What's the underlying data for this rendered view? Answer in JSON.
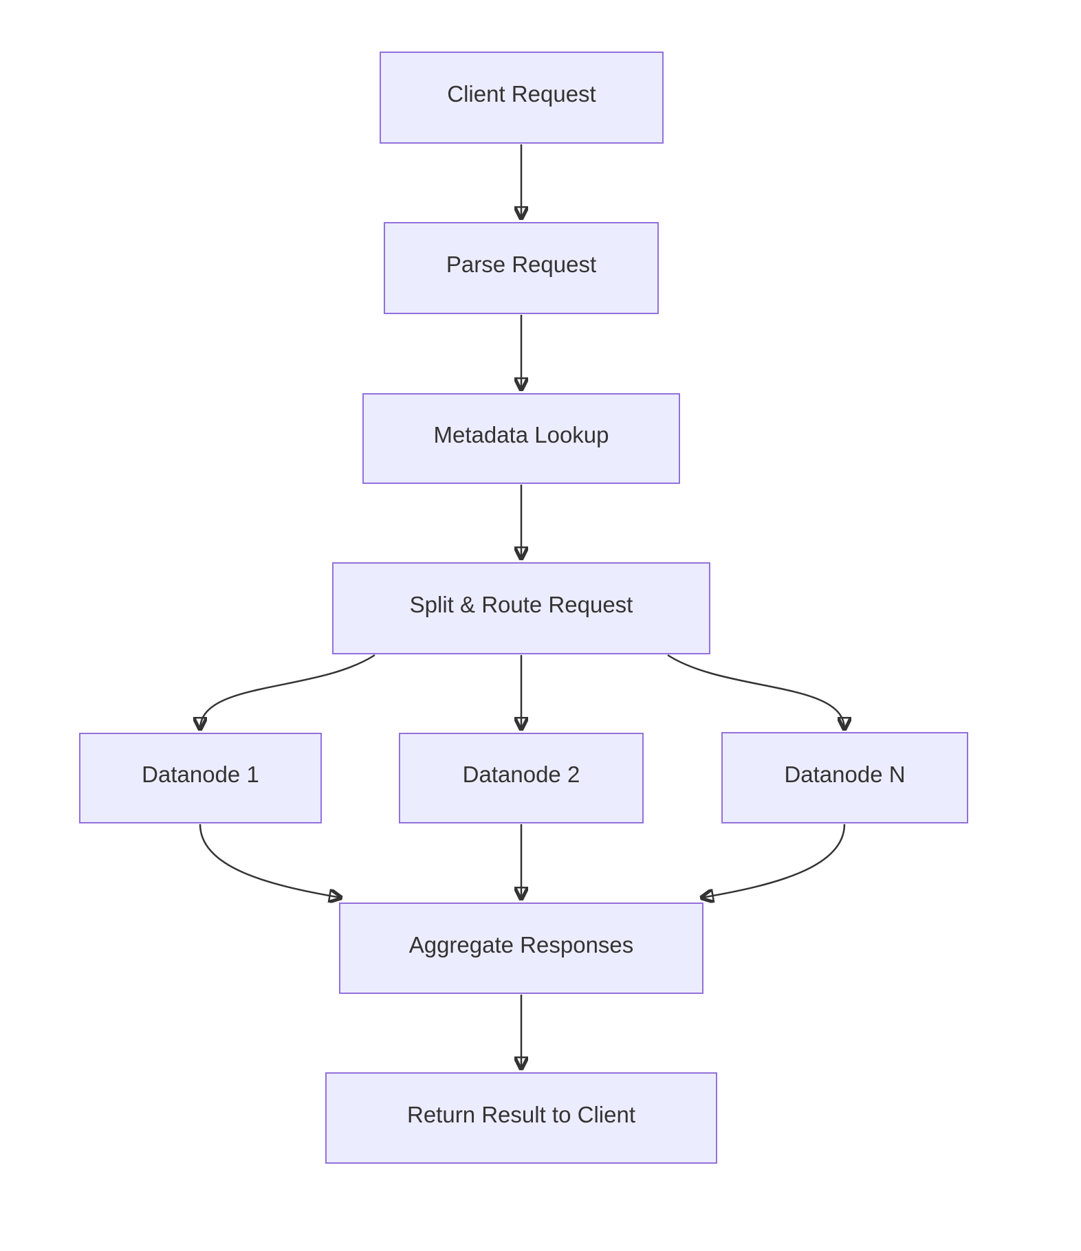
{
  "diagram": {
    "type": "flowchart",
    "direction": "top-down",
    "nodes": {
      "client": {
        "label": "Client Request"
      },
      "parse": {
        "label": "Parse Request"
      },
      "metadata": {
        "label": "Metadata Lookup"
      },
      "split": {
        "label": "Split & Route Request"
      },
      "dn1": {
        "label": "Datanode 1"
      },
      "dn2": {
        "label": "Datanode 2"
      },
      "dnN": {
        "label": "Datanode N"
      },
      "aggregate": {
        "label": "Aggregate Responses"
      },
      "return": {
        "label": "Return Result to Client"
      }
    },
    "edges": [
      {
        "from": "client",
        "to": "parse"
      },
      {
        "from": "parse",
        "to": "metadata"
      },
      {
        "from": "metadata",
        "to": "split"
      },
      {
        "from": "split",
        "to": "dn1"
      },
      {
        "from": "split",
        "to": "dn2"
      },
      {
        "from": "split",
        "to": "dnN"
      },
      {
        "from": "dn1",
        "to": "aggregate"
      },
      {
        "from": "dn2",
        "to": "aggregate"
      },
      {
        "from": "dnN",
        "to": "aggregate"
      },
      {
        "from": "aggregate",
        "to": "return"
      }
    ],
    "colors": {
      "node_fill": "#ECECFF",
      "node_border": "#9370DB",
      "text": "#333333",
      "edge": "#333333",
      "background": "#FFFFFF"
    }
  }
}
